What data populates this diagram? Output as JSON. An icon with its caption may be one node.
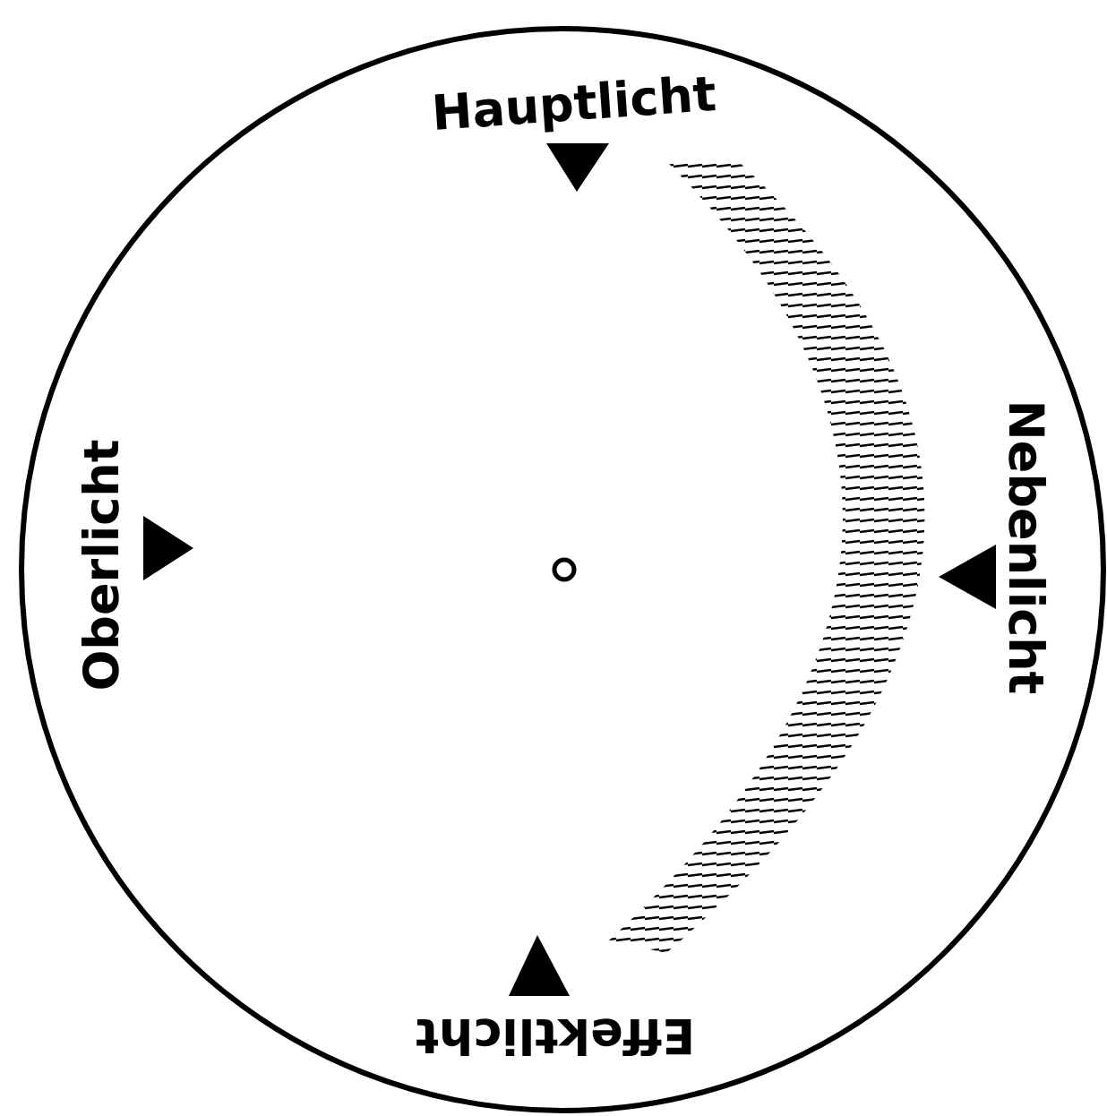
{
  "diagram": {
    "labels": [
      "Hauptlicht",
      "Oberlicht",
      "Nebenlicht",
      "Effektlicht"
    ]
  }
}
